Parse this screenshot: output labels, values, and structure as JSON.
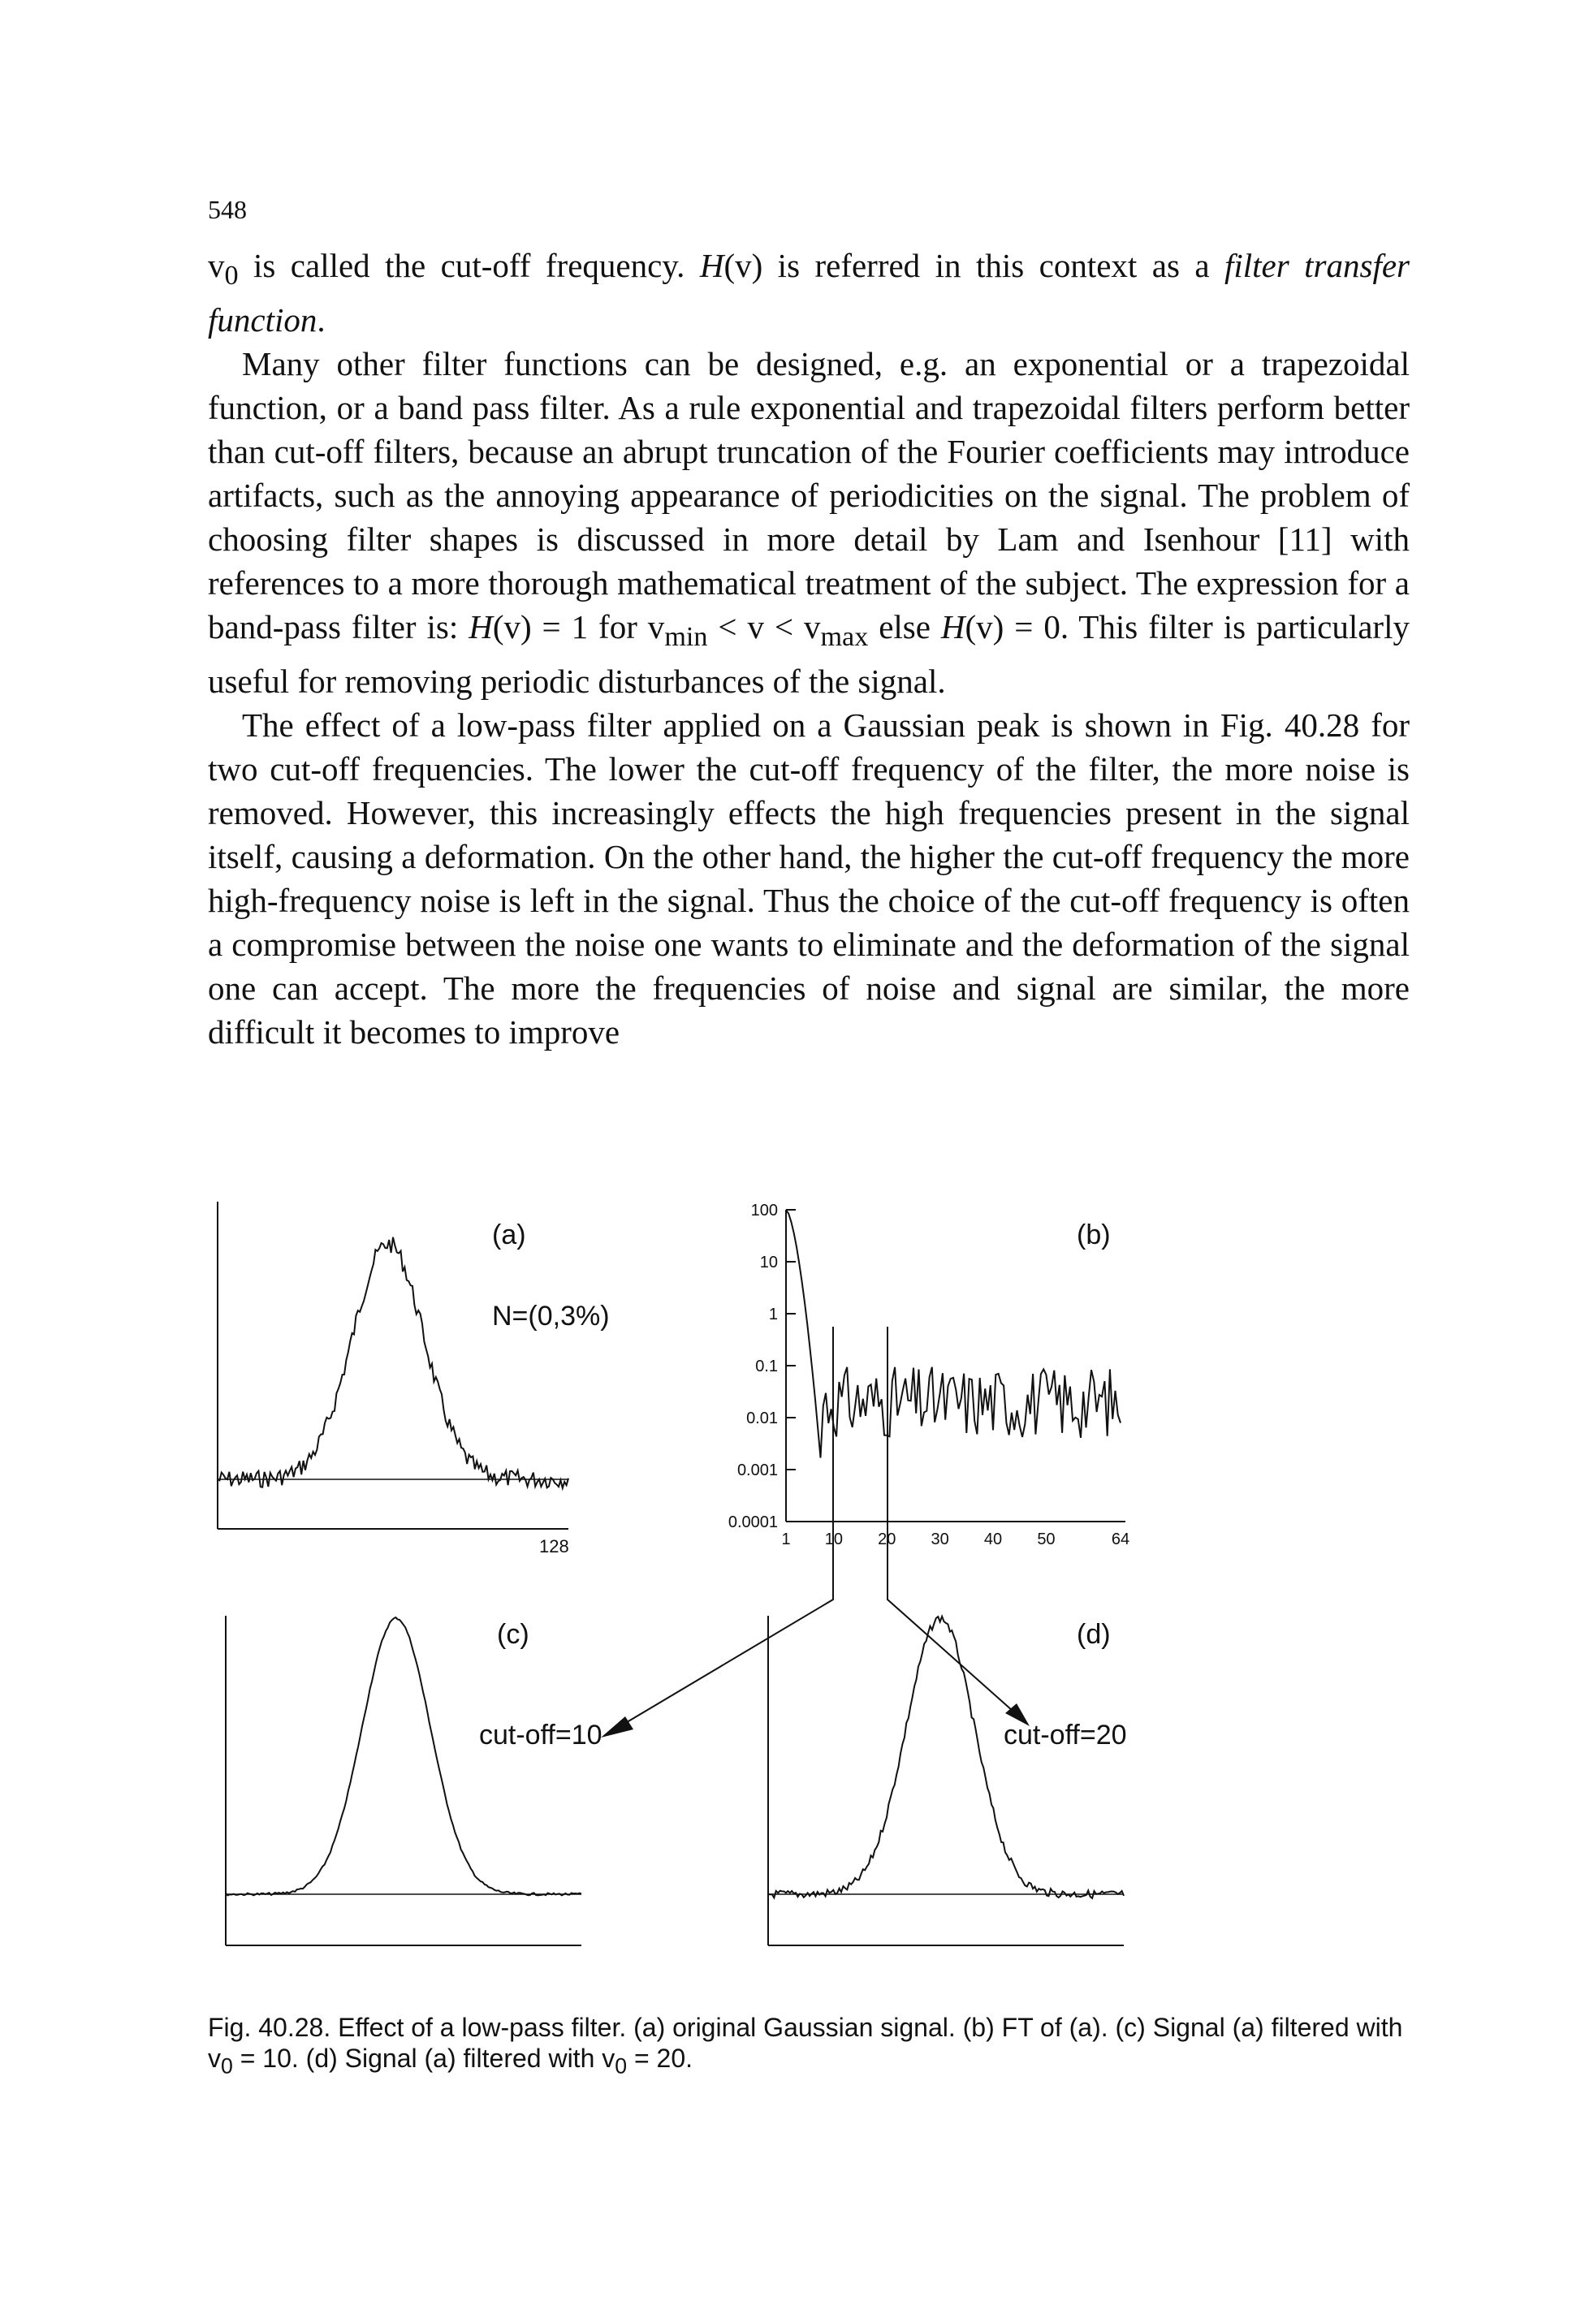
{
  "page": {
    "number": "548",
    "paragraphs": [
      {
        "segments": [
          {
            "t": "v"
          },
          {
            "t": "0",
            "sub": true
          },
          {
            "t": " is called the cut-off frequency. "
          },
          {
            "t": "H",
            "i": true
          },
          {
            "t": "(v) is referred in this context as a "
          },
          {
            "t": "filter transfer function",
            "i": true
          },
          {
            "t": "."
          }
        ]
      },
      {
        "indent": true,
        "segments": [
          {
            "t": "Many other filter functions can be designed, e.g. an exponential or a trapezoidal function, or a band pass filter. As a rule exponential and trapezoidal filters perform better than cut-off filters, because an abrupt truncation of the Fourier coefficients may introduce artifacts, such as the annoying appearance of periodicities on the signal. The problem of choosing filter shapes is discussed in more detail by Lam and Isenhour [11] with references to a more thorough mathematical treatment of the subject. The expression for a band-pass filter is: "
          },
          {
            "t": "H",
            "i": true
          },
          {
            "t": "(v) = 1 for v"
          },
          {
            "t": "min",
            "sub": true
          },
          {
            "t": " < v < v"
          },
          {
            "t": "max",
            "sub": true
          },
          {
            "t": " else "
          },
          {
            "t": "H",
            "i": true
          },
          {
            "t": "(v) = 0. This filter is particularly useful for removing periodic disturbances of the signal."
          }
        ]
      },
      {
        "indent": true,
        "segments": [
          {
            "t": "The effect of a low-pass filter applied on a Gaussian peak is shown in Fig. 40.28 for two cut-off frequencies. The lower the cut-off frequency of the filter, the more noise is removed. However, this increasingly effects the high frequencies present in the signal itself, causing a deformation. On the other hand, the higher the cut-off frequency the more high-frequency noise is left in the signal. Thus the choice of the cut-off frequency is often a compromise between the noise one wants to eliminate and the deformation of the signal one can accept. The more the frequencies of noise and signal are similar, the more difficult it becomes to improve"
          }
        ]
      }
    ]
  },
  "figure": {
    "panel_a": {
      "label": "(a)",
      "note": "N=(0,3%)",
      "x_end_label": "128"
    },
    "panel_b": {
      "label": "(b)",
      "y_tick_labels": [
        "100",
        "10",
        "1",
        "0.1",
        "0.01",
        "0.001",
        "0.0001"
      ],
      "x_tick_labels": [
        "1",
        "10",
        "20",
        "30",
        "40",
        "50",
        "64"
      ]
    },
    "panel_c": {
      "label": "(c)",
      "note": "cut-off=10"
    },
    "panel_d": {
      "label": "(d)",
      "note": "cut-off=20"
    }
  },
  "caption": {
    "segments": [
      {
        "t": "Fig. 40.28. Effect of a low-pass filter. (a) original Gaussian signal. (b) FT of (a). (c) Signal (a) filtered with v"
      },
      {
        "t": "0",
        "sub": true
      },
      {
        "t": " = 10. (d) Signal (a) filtered with v"
      },
      {
        "t": "0",
        "sub": true
      },
      {
        "t": " = 20."
      }
    ]
  },
  "chart_data": [
    {
      "type": "line",
      "panel": "(a)",
      "description_series": "Gaussian peak with noise N=(0,3%)",
      "xlim": [
        0,
        128
      ],
      "peak_center": 64,
      "noise_level_percent": 3
    },
    {
      "type": "line",
      "panel": "(b)",
      "ylog": true,
      "ylim": [
        0.0001,
        100
      ],
      "xlim": [
        1,
        64
      ],
      "marked_cutoffs": [
        10,
        20
      ]
    },
    {
      "type": "line",
      "panel": "(c)",
      "cutoff": 10
    },
    {
      "type": "line",
      "panel": "(d)",
      "cutoff": 20
    }
  ]
}
